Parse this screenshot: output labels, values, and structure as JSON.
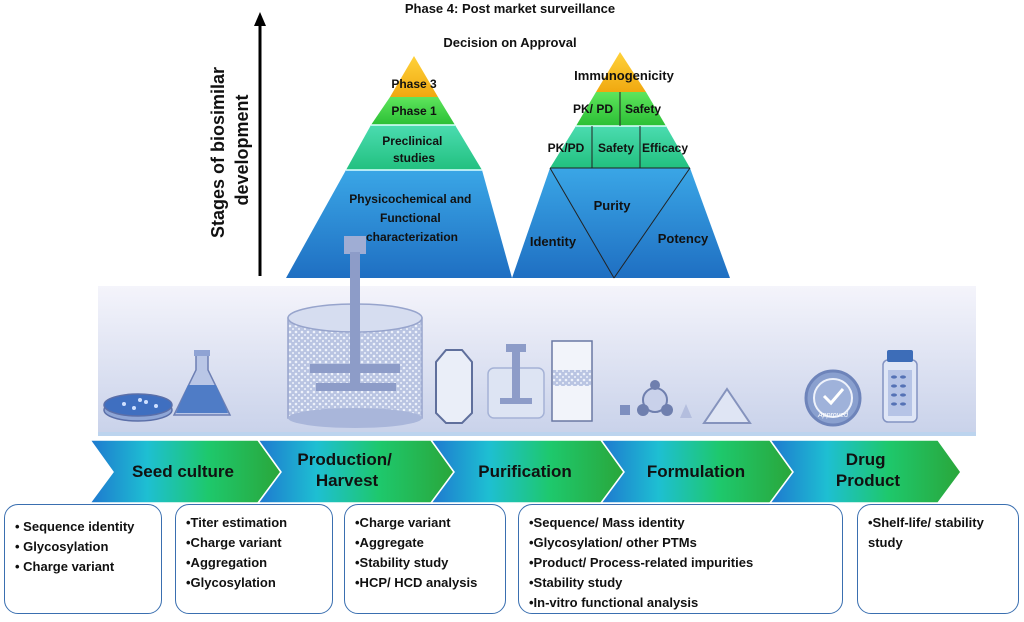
{
  "axis_label_line1": "Stages of biosimilar",
  "axis_label_line2": "development",
  "top": {
    "phase4": "Phase 4: Post market surveillance",
    "decision": "Decision on Approval"
  },
  "left_pyramid": {
    "tier1": "Phase 3",
    "tier2": "Phase 1",
    "tier3_line1": "Preclinical",
    "tier3_line2": "studies",
    "tier4_line1": "Physicochemical and",
    "tier4_line2": "Functional",
    "tier4_line3": "characterization"
  },
  "right_pyramid": {
    "tier1": "Immunogenicity",
    "tier2_left": "PK/ PD",
    "tier2_right": "Safety",
    "tier3_a": "PK/PD",
    "tier3_b": "Safety",
    "tier3_c": "Efficacy",
    "base_center": "Purity",
    "base_left": "Identity",
    "base_right": "Potency"
  },
  "stamp_text": "Approved",
  "process": [
    {
      "line1": "Seed culture",
      "line2": ""
    },
    {
      "line1": "Production/",
      "line2": "Harvest"
    },
    {
      "line1": "Purification",
      "line2": ""
    },
    {
      "line1": "Formulation",
      "line2": ""
    },
    {
      "line1": "Drug",
      "line2": "Product"
    }
  ],
  "boxes": [
    {
      "items": [
        "•  Sequence identity",
        "•  Glycosylation",
        "•  Charge variant"
      ]
    },
    {
      "items": [
        "•Titer estimation",
        "•Charge variant",
        "•Aggregation",
        "•Glycosylation"
      ]
    },
    {
      "items": [
        "•Charge variant",
        "•Aggregate",
        "•Stability study",
        "•HCP/ HCD analysis"
      ]
    },
    {
      "items": [
        "•Sequence/ Mass identity",
        "•Glycosylation/ other PTMs",
        "•Product/ Process-related impurities",
        "•Stability study",
        "•In-vitro functional analysis"
      ]
    },
    {
      "items": [
        "•Shelf-life/ stability",
        " study"
      ]
    }
  ],
  "colors": {
    "arrow_gradient": [
      "#1e7fd0",
      "#1ec0c8",
      "#1ec76a",
      "#2fae3a"
    ],
    "pyramid_top": "#f6b818",
    "pyramid_green": "#3ed13e",
    "pyramid_teal": "#2ed09a",
    "pyramid_blue": "#2c8ed8",
    "box_border": "#3a6fb0"
  }
}
